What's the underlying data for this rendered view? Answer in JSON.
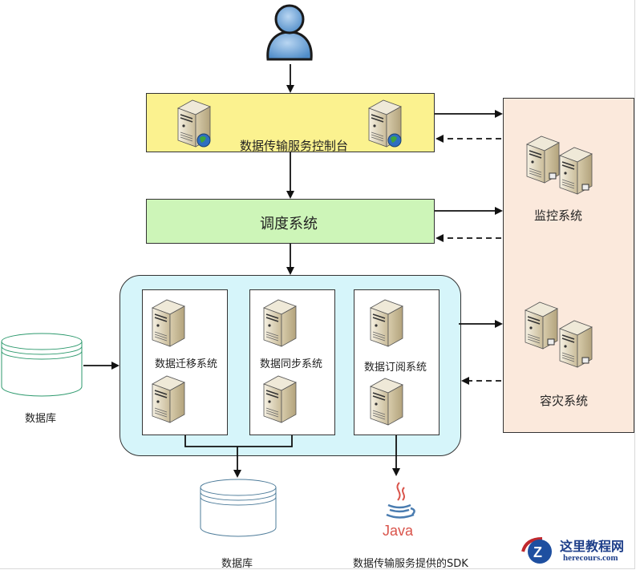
{
  "console": {
    "label": "数据传输服务控制台",
    "bg": "#fbf28f"
  },
  "scheduler": {
    "label": "调度系统",
    "bg": "#cdf5b8"
  },
  "cluster": {
    "bg": "#d6f5fa",
    "modules": [
      {
        "label": "数据迁移系统"
      },
      {
        "label": "数据同步系统"
      },
      {
        "label": "数据订阅系统"
      }
    ]
  },
  "side_panel": {
    "bg": "#fbe9dc",
    "monitor": {
      "label": "监控系统"
    },
    "disaster": {
      "label": "容灾系统"
    }
  },
  "source_db": {
    "label": "数据库"
  },
  "target_db": {
    "label": "数据库"
  },
  "sdk": {
    "label": "数据传输服务提供的SDK",
    "logo_text": "Java"
  },
  "user": {
    "icon": "user-icon"
  },
  "watermark": {
    "title": "这里教程网",
    "url": "herecours.com"
  }
}
